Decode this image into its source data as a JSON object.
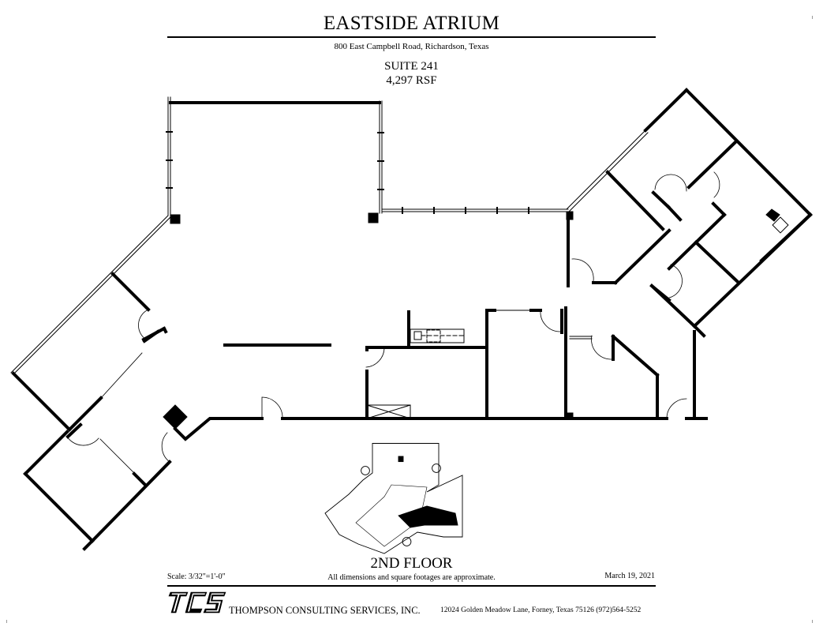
{
  "header": {
    "title": "EASTSIDE ATRIUM",
    "address": "800 East Campbell Road, Richardson, Texas",
    "suite": "SUITE 241",
    "area": "4,297 RSF"
  },
  "plan": {
    "floor_label": "2ND FLOOR",
    "scale": "Scale: 3/32\"=1'-0\"",
    "disclaimer": "All dimensions and square footages are approximate.",
    "date": "March 19, 2021",
    "wall_color": "#000000",
    "background_color": "#ffffff",
    "key_plan": "building-key-plan-thumbnail"
  },
  "footer": {
    "logo_text": "TCS",
    "company": "THOMPSON CONSULTING SERVICES, INC.",
    "company_address": "12024 Golden Meadow Lane, Forney, Texas  75126  (972)564-5252"
  }
}
